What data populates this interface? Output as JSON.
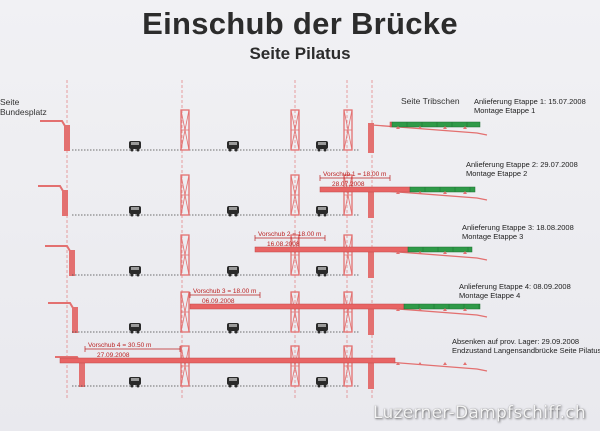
{
  "title": "Einschub der Brücke",
  "subtitle": "Seite Pilatus",
  "sides": {
    "left_line1": "Seite",
    "left_line2": "Bundesplatz",
    "right": "Seite Tribschen"
  },
  "stages": [
    {
      "line1": "Anlieferung Etappe 1:  15.07.2008",
      "line2": "Montage Etappe 1",
      "dim_label": "",
      "dim_date": "",
      "push_fraction": 0.0
    },
    {
      "line1": "Anlieferung Etappe 2:  29.07.2008",
      "line2": "Montage Etappe 2",
      "dim_label": "Vorschub 1 = 18.00 m",
      "dim_date": "28.07.2008",
      "push_fraction": 0.25
    },
    {
      "line1": "Anlieferung Etappe 3:  18.08.2008",
      "line2": "Montage Etappe 3",
      "dim_label": "Vorschub 2 = 18.00 m",
      "dim_date": "16.08.2008",
      "push_fraction": 0.5
    },
    {
      "line1": "Anlieferung Etappe 4:  08.09.2008",
      "line2": "Montage Etappe 4",
      "dim_label": "Vorschub 3 = 18.00 m",
      "dim_date": "06.09.2008",
      "push_fraction": 0.75
    },
    {
      "line1": "Absenken auf prov. Lager:  29.09.2008",
      "line2": "Endzustand Langensandbrücke Seite Pilatus",
      "dim_label": "Vorschub 4 = 30.50 m",
      "dim_date": "27.09.2008",
      "push_fraction": 1.0
    }
  ],
  "colors": {
    "deck_existing": "#e86464",
    "deck_new": "#2f9a48",
    "structure": "#e37070",
    "track": "#444444"
  },
  "watermark": "Luzerner-Dampfschiff.ch"
}
